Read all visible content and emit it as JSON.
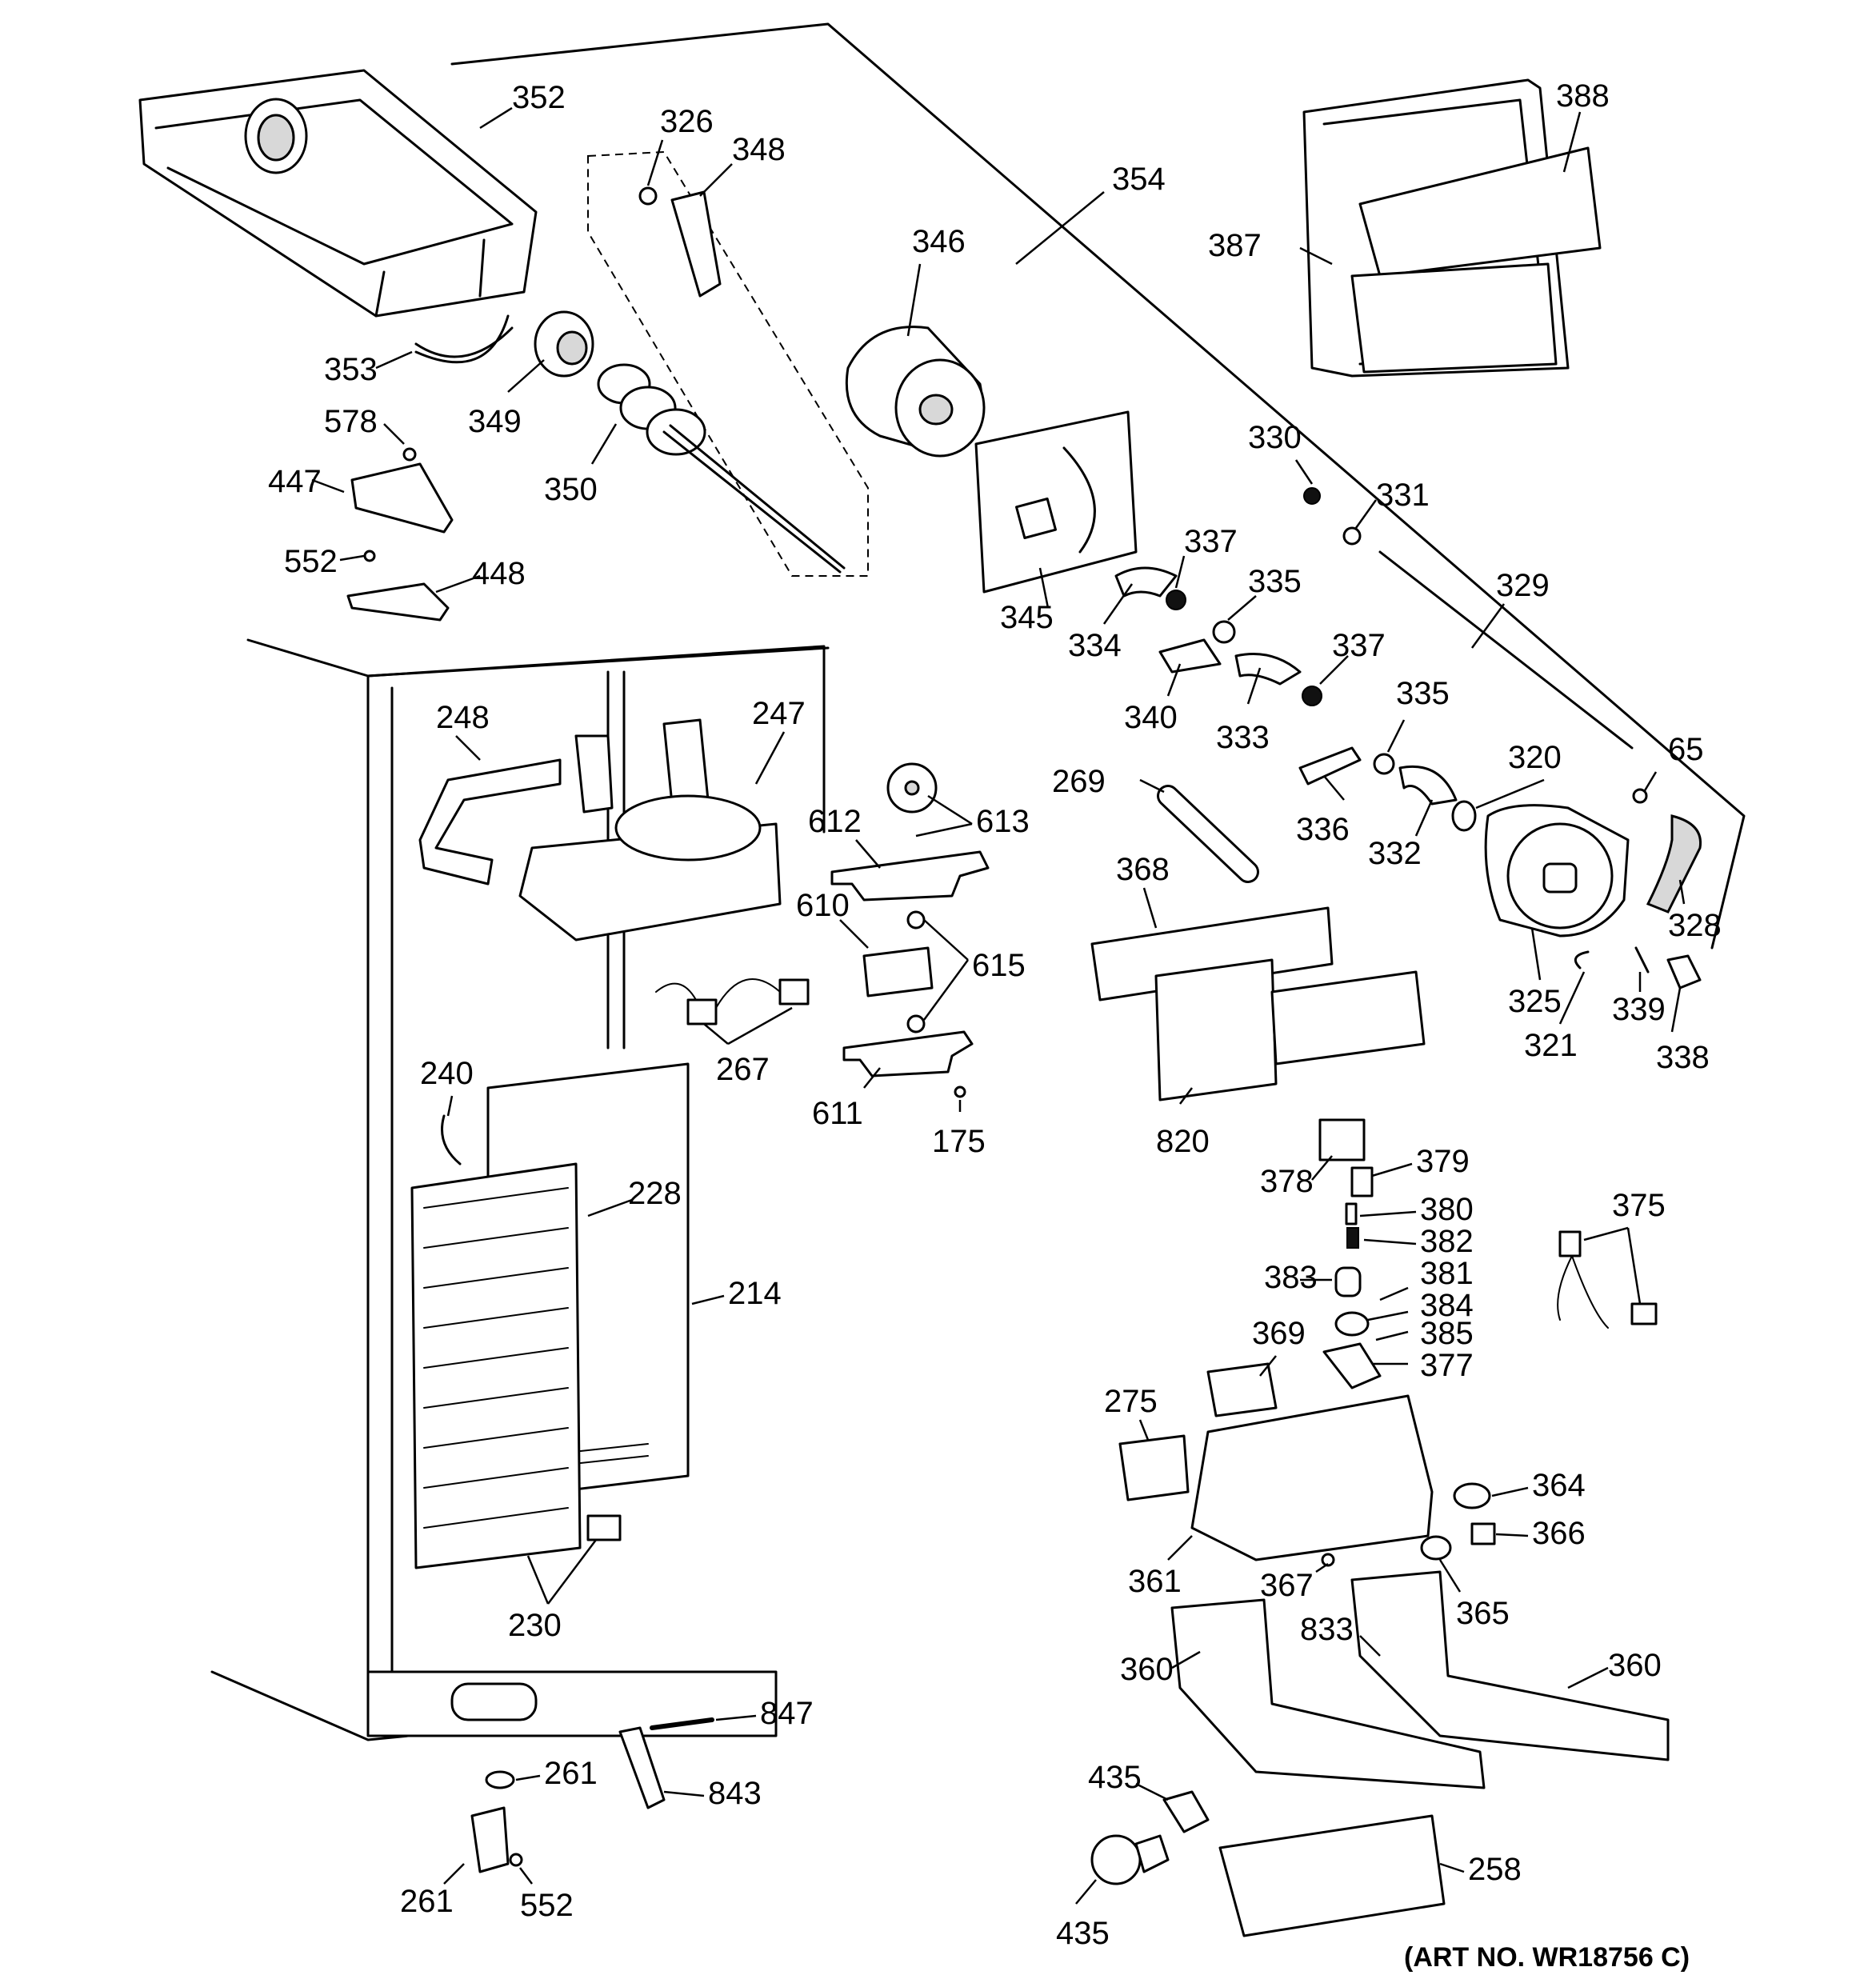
{
  "art_number": "(ART NO. WR18756 C)",
  "callouts": [
    {
      "id": "352",
      "text": "352"
    },
    {
      "id": "326",
      "text": "326"
    },
    {
      "id": "348",
      "text": "348"
    },
    {
      "id": "346",
      "text": "346"
    },
    {
      "id": "354",
      "text": "354"
    },
    {
      "id": "388",
      "text": "388"
    },
    {
      "id": "387",
      "text": "387"
    },
    {
      "id": "353",
      "text": "353"
    },
    {
      "id": "349",
      "text": "349"
    },
    {
      "id": "350",
      "text": "350"
    },
    {
      "id": "578",
      "text": "578"
    },
    {
      "id": "447",
      "text": "447"
    },
    {
      "id": "552a",
      "text": "552"
    },
    {
      "id": "448",
      "text": "448"
    },
    {
      "id": "345",
      "text": "345"
    },
    {
      "id": "330",
      "text": "330"
    },
    {
      "id": "331",
      "text": "331"
    },
    {
      "id": "337a",
      "text": "337"
    },
    {
      "id": "335a",
      "text": "335"
    },
    {
      "id": "334",
      "text": "334"
    },
    {
      "id": "329",
      "text": "329"
    },
    {
      "id": "340",
      "text": "340"
    },
    {
      "id": "333",
      "text": "333"
    },
    {
      "id": "337b",
      "text": "337"
    },
    {
      "id": "335b",
      "text": "335"
    },
    {
      "id": "248",
      "text": "248"
    },
    {
      "id": "247",
      "text": "247"
    },
    {
      "id": "612",
      "text": "612"
    },
    {
      "id": "613",
      "text": "613"
    },
    {
      "id": "269",
      "text": "269"
    },
    {
      "id": "320",
      "text": "320"
    },
    {
      "id": "65",
      "text": "65"
    },
    {
      "id": "336",
      "text": "336"
    },
    {
      "id": "332",
      "text": "332"
    },
    {
      "id": "368",
      "text": "368"
    },
    {
      "id": "328",
      "text": "328"
    },
    {
      "id": "610",
      "text": "610"
    },
    {
      "id": "615",
      "text": "615"
    },
    {
      "id": "325",
      "text": "325"
    },
    {
      "id": "339",
      "text": "339"
    },
    {
      "id": "321",
      "text": "321"
    },
    {
      "id": "338",
      "text": "338"
    },
    {
      "id": "267",
      "text": "267"
    },
    {
      "id": "240",
      "text": "240"
    },
    {
      "id": "611",
      "text": "611"
    },
    {
      "id": "175",
      "text": "175"
    },
    {
      "id": "820",
      "text": "820"
    },
    {
      "id": "379",
      "text": "379"
    },
    {
      "id": "378",
      "text": "378"
    },
    {
      "id": "228",
      "text": "228"
    },
    {
      "id": "380",
      "text": "380"
    },
    {
      "id": "375",
      "text": "375"
    },
    {
      "id": "382",
      "text": "382"
    },
    {
      "id": "383",
      "text": "383"
    },
    {
      "id": "381",
      "text": "381"
    },
    {
      "id": "384",
      "text": "384"
    },
    {
      "id": "214",
      "text": "214"
    },
    {
      "id": "369",
      "text": "369"
    },
    {
      "id": "385",
      "text": "385"
    },
    {
      "id": "377",
      "text": "377"
    },
    {
      "id": "275",
      "text": "275"
    },
    {
      "id": "364",
      "text": "364"
    },
    {
      "id": "366",
      "text": "366"
    },
    {
      "id": "361",
      "text": "361"
    },
    {
      "id": "367",
      "text": "367"
    },
    {
      "id": "365",
      "text": "365"
    },
    {
      "id": "230",
      "text": "230"
    },
    {
      "id": "833",
      "text": "833"
    },
    {
      "id": "360a",
      "text": "360"
    },
    {
      "id": "360b",
      "text": "360"
    },
    {
      "id": "847",
      "text": "847"
    },
    {
      "id": "261a",
      "text": "261"
    },
    {
      "id": "843",
      "text": "843"
    },
    {
      "id": "435a",
      "text": "435"
    },
    {
      "id": "258",
      "text": "258"
    },
    {
      "id": "261b",
      "text": "261"
    },
    {
      "id": "552b",
      "text": "552"
    },
    {
      "id": "435b",
      "text": "435"
    }
  ]
}
